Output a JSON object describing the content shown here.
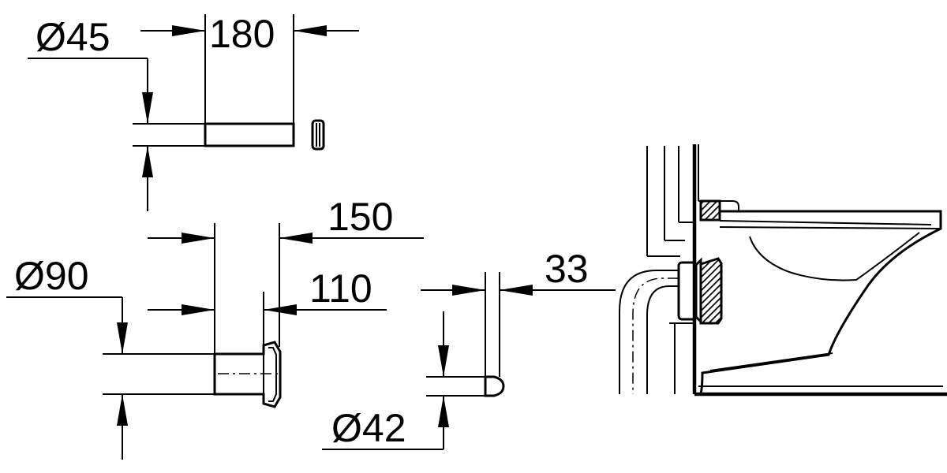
{
  "dimensions": {
    "d45": "Ø45",
    "len180": "180",
    "len150": "150",
    "len110": "110",
    "len33": "33",
    "d90": "Ø90",
    "d42": "Ø42"
  },
  "colors": {
    "line": "#000000",
    "background": "#ffffff"
  }
}
